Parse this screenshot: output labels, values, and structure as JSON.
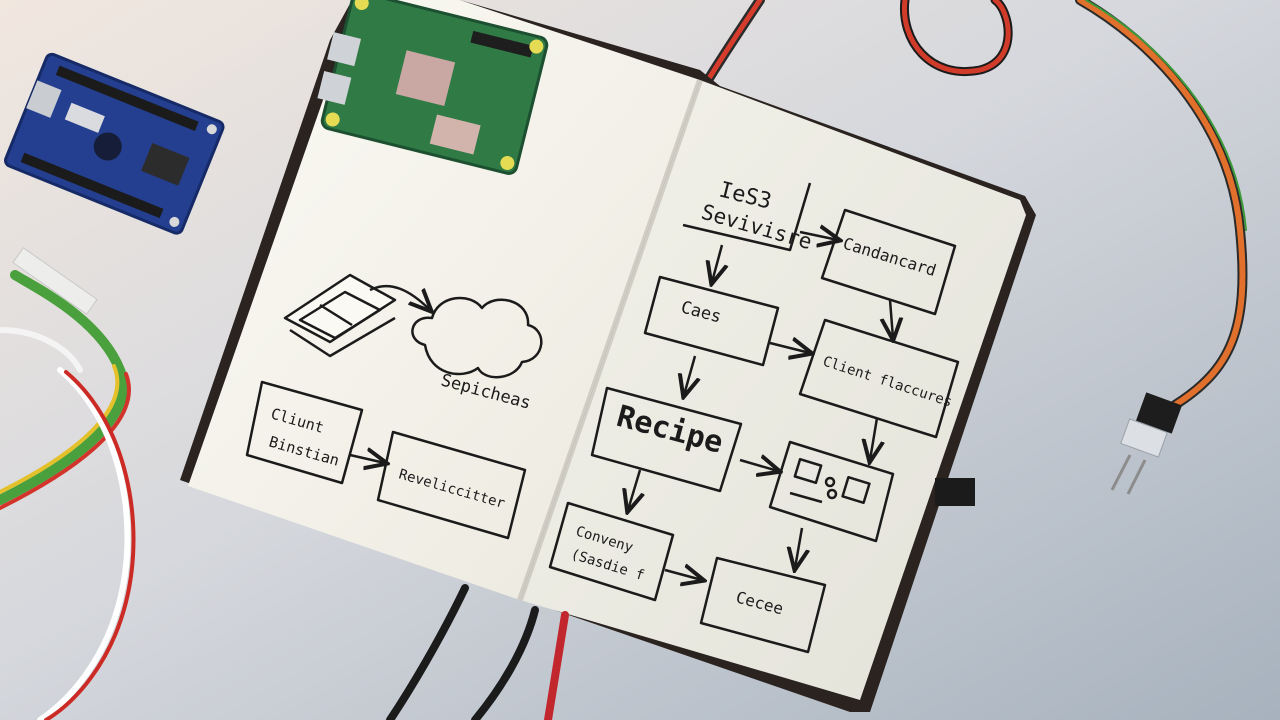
{
  "scene": {
    "desk_color_light": "#efe6df",
    "desk_color_mid": "#c9cfd6",
    "desk_color_dark": "#a9b3bf",
    "page_color": "#f4f2ea",
    "ink_color": "#1b1b1b",
    "notebook_cover_color": "#2a2320",
    "ribbon_color": "#c2272d"
  },
  "left_page": {
    "cloud_label": "Sepicheas",
    "box_a_line1": "Cliunt",
    "box_a_line2": "Binstian",
    "box_b_label": "Reveliccitter"
  },
  "right_page": {
    "header_line1": "IeS3",
    "header_line2": "Sevivisre",
    "box_right_top": "Candancard",
    "box_cases": "Caes",
    "box_client": "Client flaccures",
    "box_recipe": "Recipe",
    "box_device": "",
    "box_service_line1": "Conveny",
    "box_service_line2": "(Sasdie f",
    "box_cebe": "Cecee"
  },
  "props": {
    "board_left": "arduino-style-board",
    "board_top": "raspberry-pi-style-board",
    "cable_right": "ribbon-jumper-cable",
    "cable_left": "rainbow-ribbon-cable"
  }
}
